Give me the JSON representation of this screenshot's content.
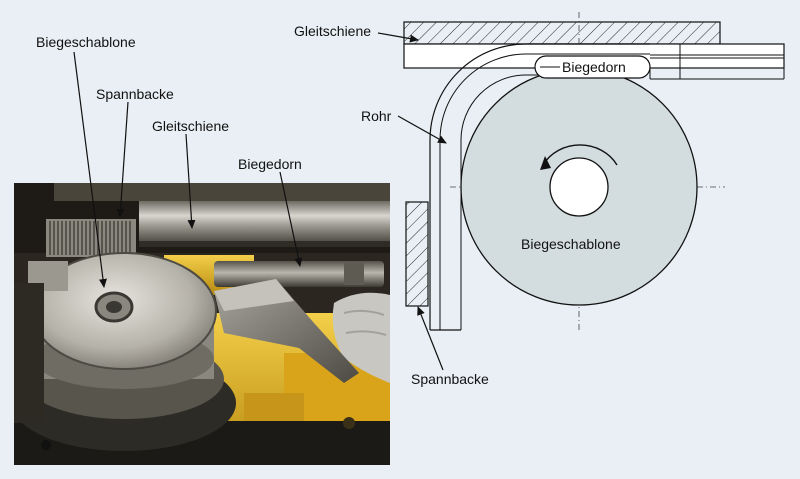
{
  "labels": {
    "biegeschablone_photo": "Biegeschablone",
    "spannbacke_photo": "Spannbacke",
    "gleitschiene_photo": "Gleitschiene",
    "biegedorn_photo": "Biegedorn",
    "gleitschiene_diagram": "Gleitschiene",
    "biegedorn_diagram": "Biegedorn",
    "rohr_diagram": "Rohr",
    "biegeschablone_diagram": "Biegeschablone",
    "spannbacke_diagram": "Spannbacke"
  },
  "colors": {
    "background": "#e9eff5",
    "die_fill": "#d3dddf",
    "line": "#111111",
    "machine_yellow": "#e8b822",
    "steel_light": "#c9c7c0",
    "steel_dark": "#3a3832"
  }
}
